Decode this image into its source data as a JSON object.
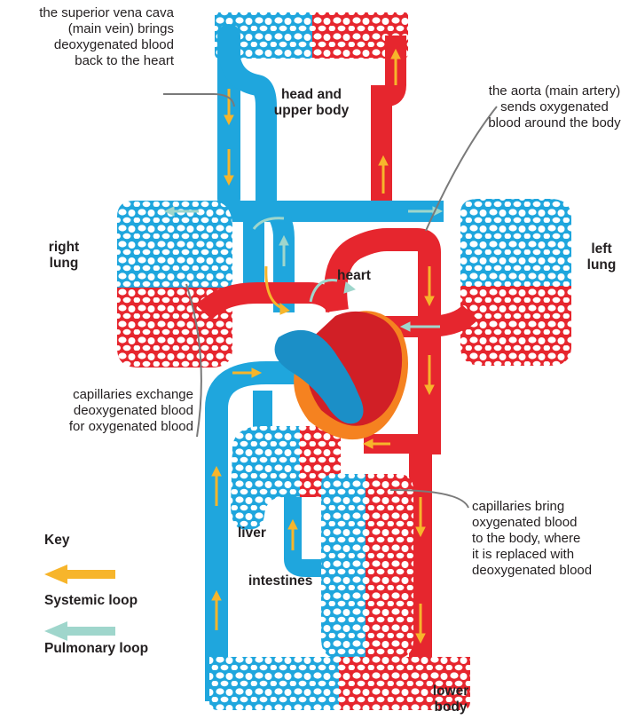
{
  "colors": {
    "vein": "#1fa6dd",
    "artery": "#e6262e",
    "systemic_arrow": "#f7b52b",
    "pulmonary_arrow": "#9fd6cc",
    "heart_dark": "#d11f26",
    "heart_orange": "#f58220",
    "outline": "#7a7a7a"
  },
  "icons": {
    "systemic": "arrow-left-icon",
    "pulmonary": "arrow-left-icon"
  },
  "labels": {
    "vena_cava": [
      "the superior vena cava",
      "(main vein) brings",
      "deoxygenated blood",
      "back to the heart"
    ],
    "aorta": [
      "the aorta (main artery)",
      "sends oxygenated",
      "blood around the body"
    ],
    "head": [
      "head and",
      "upper body"
    ],
    "right_lung": [
      "right",
      "lung"
    ],
    "left_lung": [
      "left",
      "lung"
    ],
    "heart": "heart",
    "cap_exchange": [
      "capillaries exchange",
      "deoxygenated blood",
      "for oxygenated blood"
    ],
    "cap_body": [
      "capillaries bring",
      "oxygenated blood",
      "to the body, where",
      "it is replaced with",
      "deoxygenated blood"
    ],
    "liver": "liver",
    "intestines": "intestines",
    "lower_body": [
      "lower",
      "body"
    ]
  },
  "key": {
    "title": "Key",
    "systemic": "Systemic loop",
    "pulmonary": "Pulmonary loop"
  }
}
